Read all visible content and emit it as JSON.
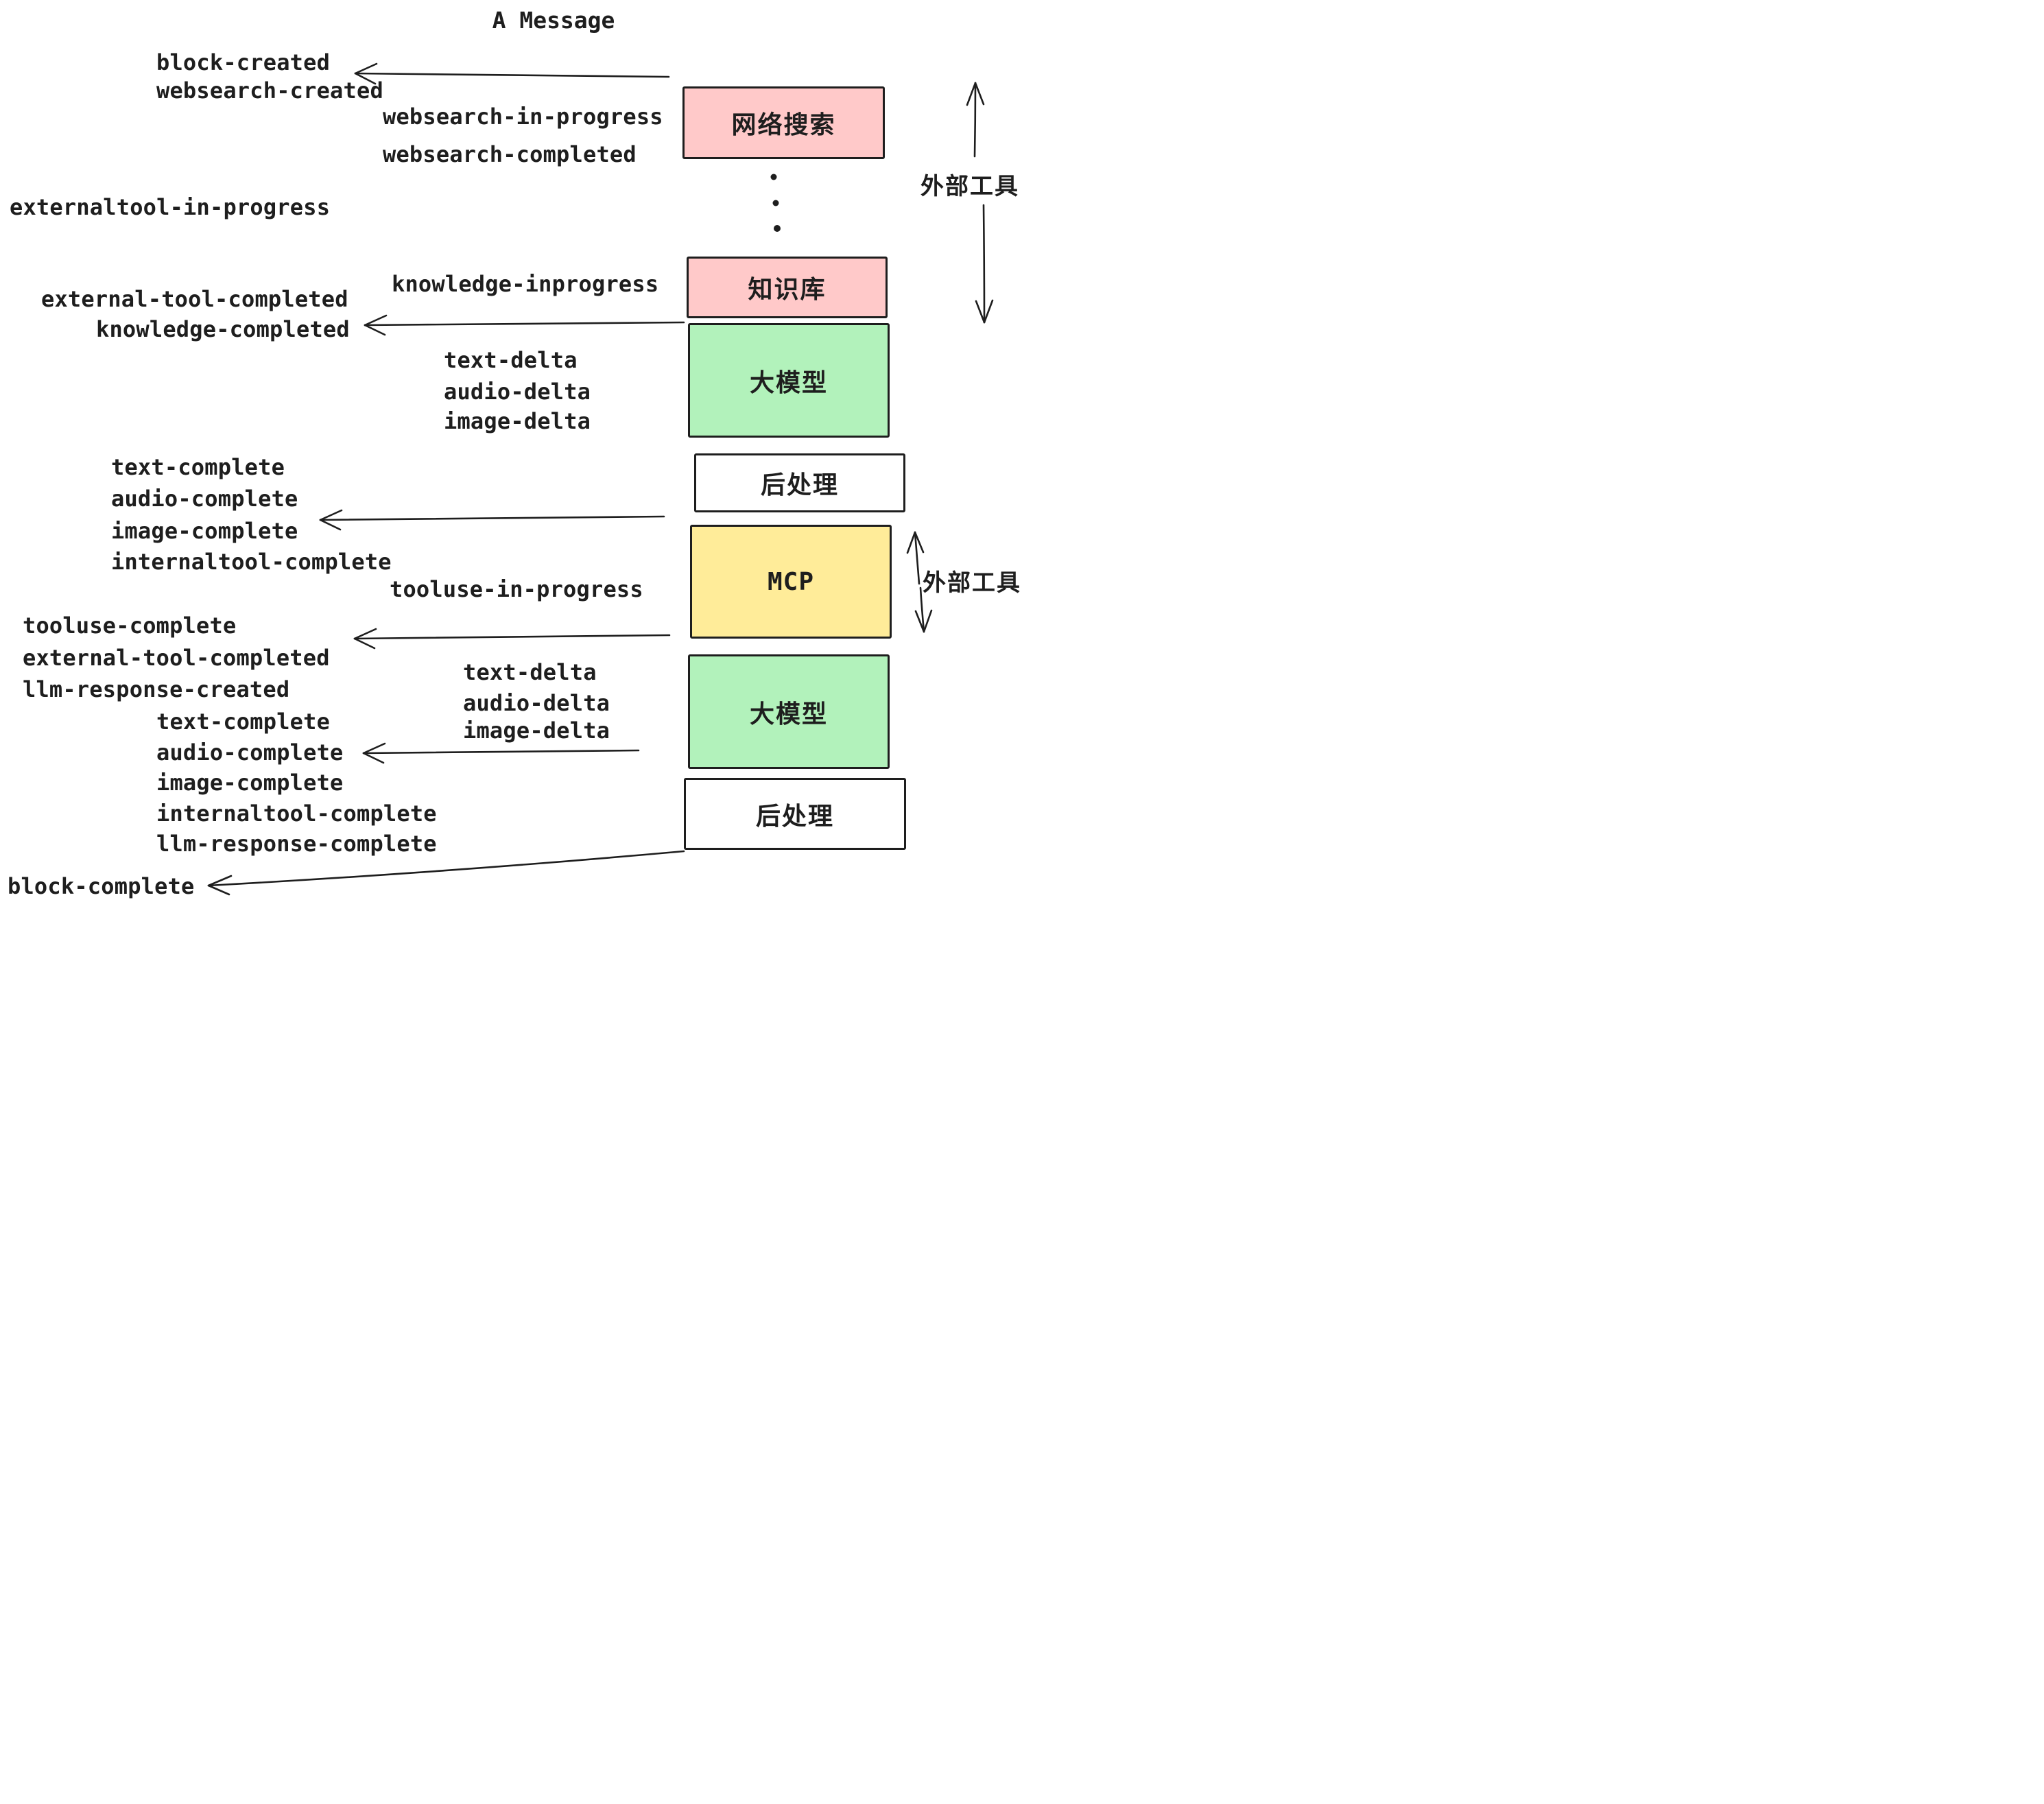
{
  "title": "A Message",
  "boxes": [
    {
      "id": "websearch",
      "label": "网络搜索",
      "fill": "#ffc9c9"
    },
    {
      "id": "knowledge",
      "label": "知识库",
      "fill": "#ffc9c9"
    },
    {
      "id": "llm-1",
      "label": "大模型",
      "fill": "#b2f2bb"
    },
    {
      "id": "postprocess-1",
      "label": "后处理",
      "fill": "#ffffff"
    },
    {
      "id": "mcp",
      "label": "MCP",
      "fill": "#ffec99"
    },
    {
      "id": "llm-2",
      "label": "大模型",
      "fill": "#b2f2bb"
    },
    {
      "id": "postprocess-2",
      "label": "后处理",
      "fill": "#ffffff"
    }
  ],
  "events": [
    "block-created",
    "websearch-created",
    "websearch-in-progress",
    "websearch-completed",
    "externaltool-in-progress",
    "knowledge-inprogress",
    "external-tool-completed",
    "knowledge-completed",
    "text-delta",
    "audio-delta",
    "image-delta",
    "text-complete",
    "audio-complete",
    "image-complete",
    "internaltool-complete",
    "tooluse-in-progress",
    "tooluse-complete",
    "external-tool-completed",
    "llm-response-created",
    "text-delta",
    "audio-delta",
    "image-delta",
    "text-complete",
    "audio-complete",
    "image-complete",
    "internaltool-complete",
    "llm-response-complete",
    "block-complete"
  ],
  "side_labels": {
    "external_tools_top": "外部工具",
    "external_tools_mcp": "外部工具"
  },
  "colors": {
    "stroke": "#1e1e1e",
    "pink": "#ffc9c9",
    "green": "#b2f2bb",
    "yellow": "#ffec99",
    "white": "#ffffff",
    "background": "#ffffff"
  }
}
